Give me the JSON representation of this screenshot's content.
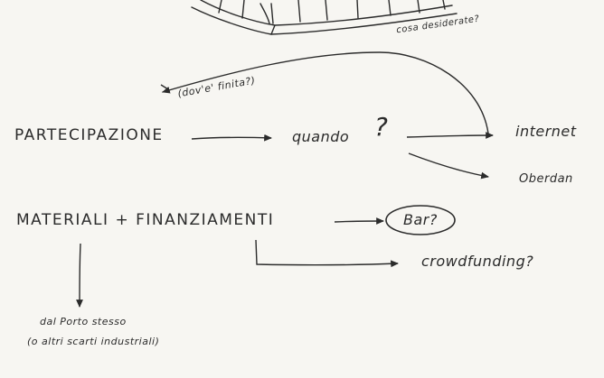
{
  "labels": {
    "cosa_desiderate": "cosa desiderate?",
    "dove_finita": "(dov'e' finita?)",
    "partecipazione": "PARTECIPAZIONE",
    "quando": "quando",
    "quando_mark": "?",
    "internet": "internet",
    "oberdan": "Oberdan",
    "materiali": "MATERIALI + FINANZIAMENTI",
    "bar": "Bar?",
    "crowdfunding": "crowdfunding?",
    "dal_porto": "dal Porto stesso",
    "altri_scarti": "(o altri scarti industriali)"
  },
  "colors": {
    "ink": "#2b2b2b",
    "paper": "#f7f6f2"
  }
}
